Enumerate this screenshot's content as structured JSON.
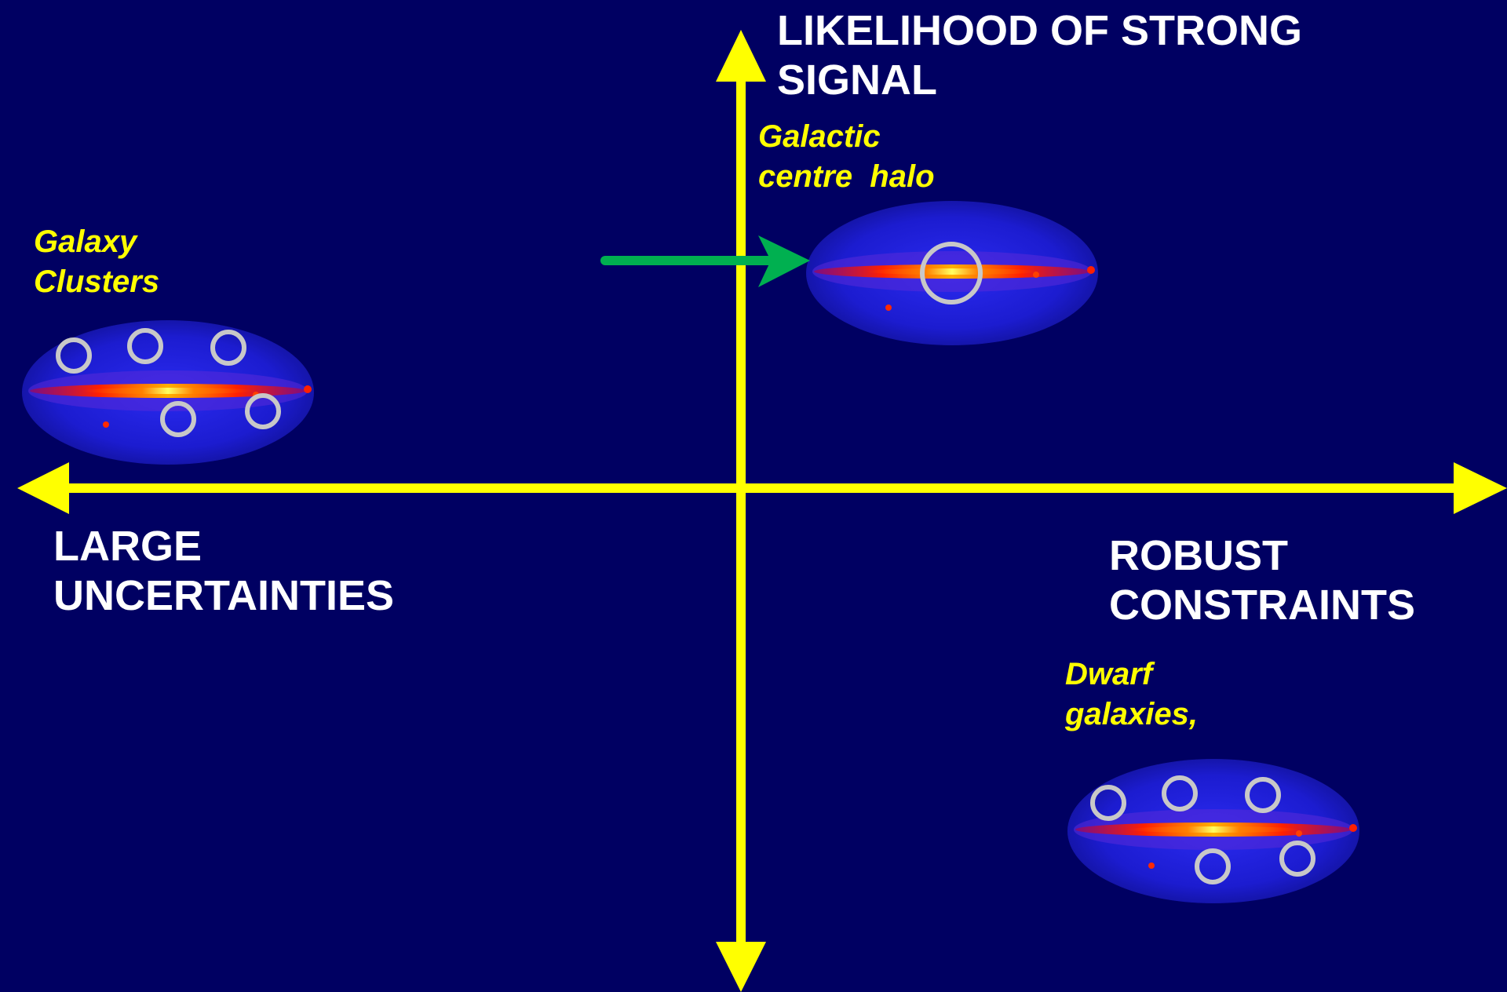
{
  "axes": {
    "top_label": [
      "LIKELIHOOD OF STRONG",
      "SIGNAL"
    ],
    "left_label": [
      "LARGE",
      "UNCERTAINTIES"
    ],
    "right_label": [
      "ROBUST",
      "CONSTRAINTS"
    ]
  },
  "regions": {
    "galactic_centre": {
      "label": [
        "Galactic",
        "centre  halo"
      ]
    },
    "galaxy_clusters": {
      "label": [
        "Galaxy",
        "Clusters"
      ]
    },
    "dwarf_galaxies": {
      "label": [
        "Dwarf",
        "galaxies,"
      ]
    }
  },
  "colors": {
    "background": "#000062",
    "axis": "#ffff00",
    "axis_label": "#ffffff",
    "region_label": "#ffff00",
    "pointer_arrow": "#00b050",
    "target_circle": "#c8c8c8",
    "sky_map_base": "#1a1ad8",
    "galactic_plane": "#ff2a00"
  }
}
